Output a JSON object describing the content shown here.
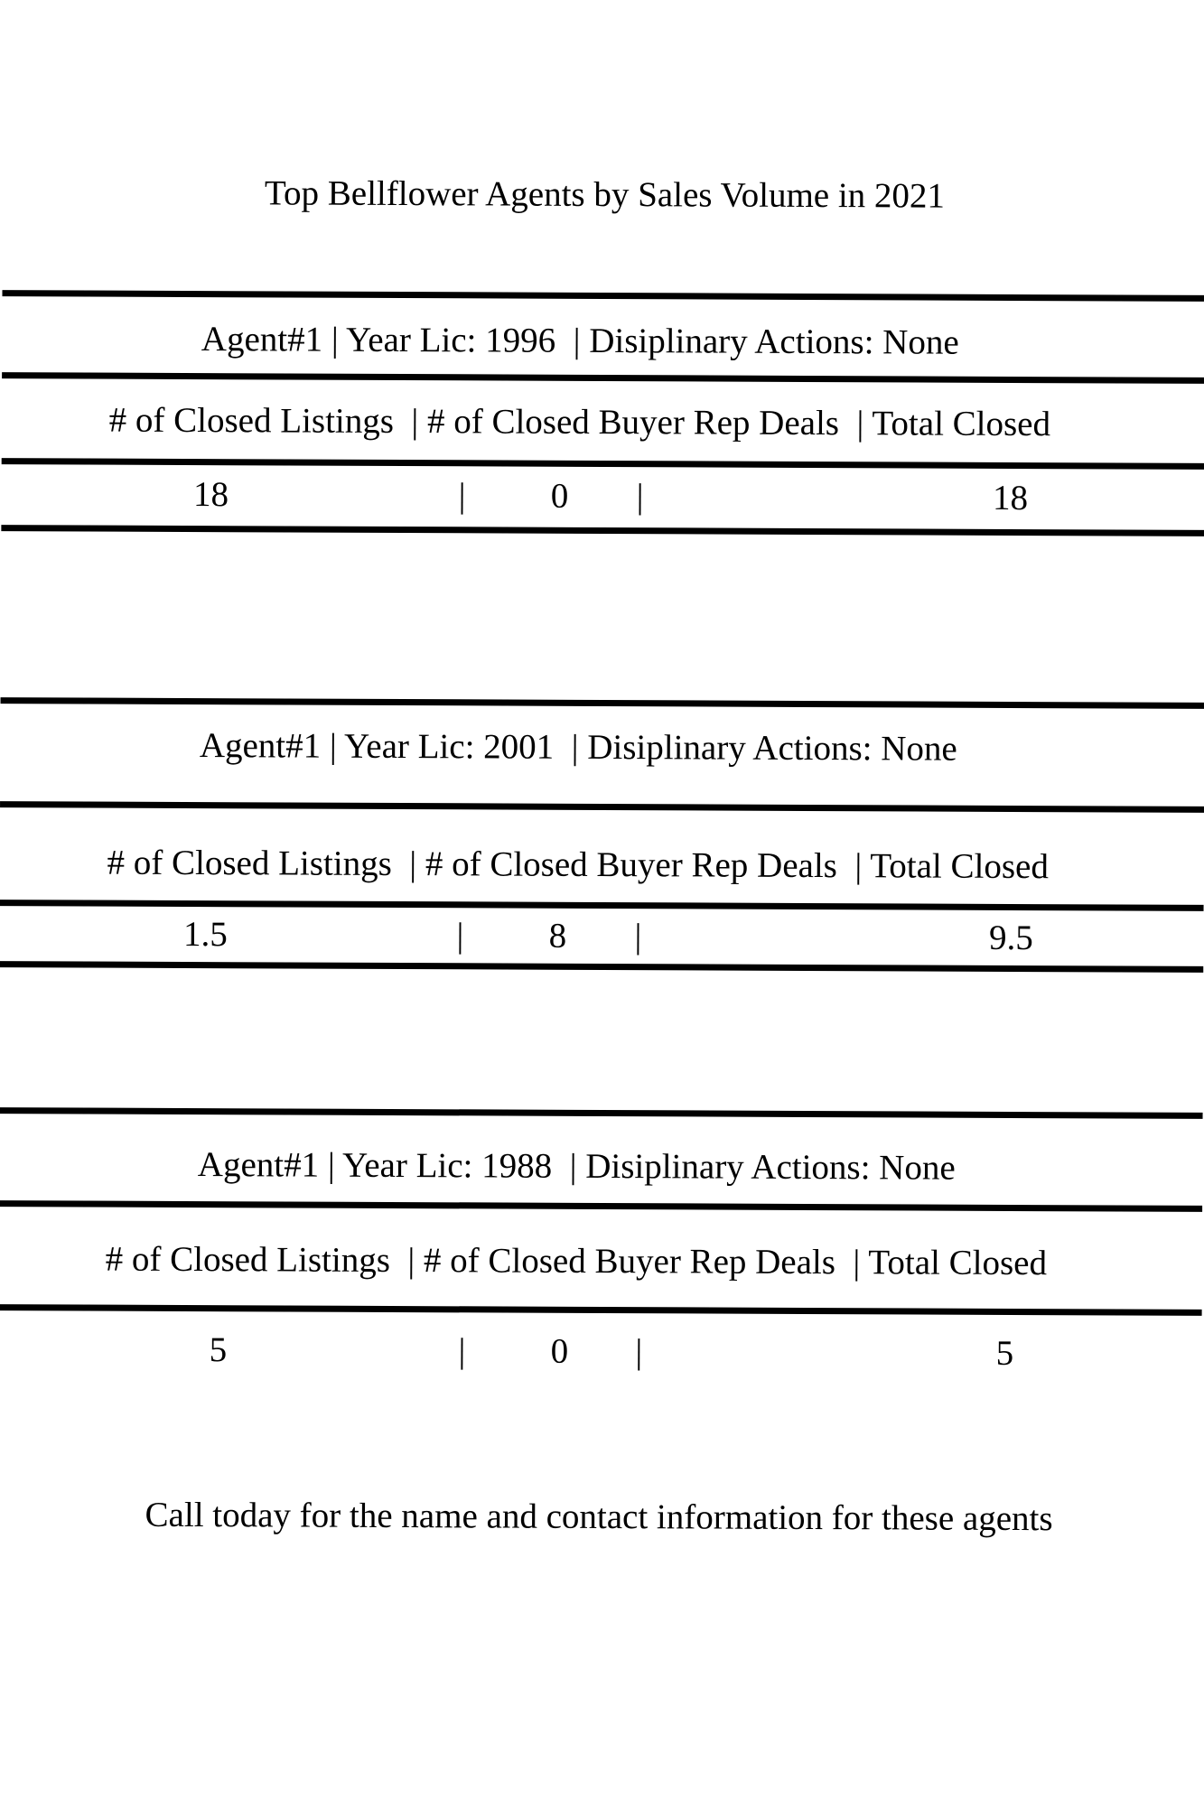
{
  "page": {
    "title": "Top Bellflower Agents by Sales Volume in 2021",
    "footer": "Call today for the name and contact information for these agents"
  },
  "shared": {
    "header_line": "# of Closed Listings  | # of Closed Buyer Rep Deals  | Total Closed",
    "pipe": "|"
  },
  "sections": [
    {
      "agent_line": "Agent#1 | Year Lic: 1996  | Disiplinary Actions: None",
      "closed_listings": "18",
      "closed_buyer_rep_deals": "0",
      "total_closed": "18"
    },
    {
      "agent_line": "Agent#1 | Year Lic: 2001  | Disiplinary Actions: None",
      "closed_listings": "1.5",
      "closed_buyer_rep_deals": "8",
      "total_closed": "9.5"
    },
    {
      "agent_line": "Agent#1 | Year Lic: 1988  | Disiplinary Actions: None",
      "closed_listings": "5",
      "closed_buyer_rep_deals": "0",
      "total_closed": "5"
    }
  ],
  "colors": {
    "background": "#ffffff",
    "text": "#000000",
    "line": "#000000"
  }
}
